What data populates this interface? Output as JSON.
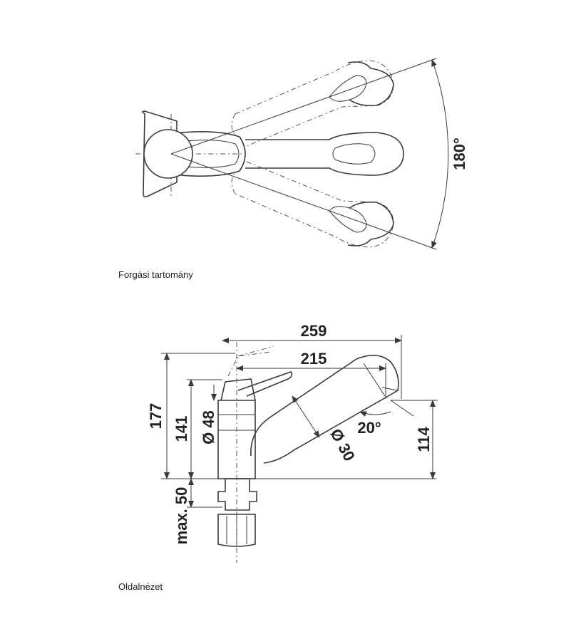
{
  "captions": {
    "top_view": "Forgási tartomány",
    "side_view": "Oldalnézet"
  },
  "top_view": {
    "rotation_angle": "180°"
  },
  "side_view": {
    "dim_width_total": "259",
    "dim_width_spout": "215",
    "dim_height_total": "177",
    "dim_height_body": "141",
    "dim_body_diameter": "Ø 48",
    "dim_spout_diameter": "Ø 30",
    "dim_spout_angle": "20°",
    "dim_outlet_height": "114",
    "dim_max_thickness": "max. 50"
  }
}
